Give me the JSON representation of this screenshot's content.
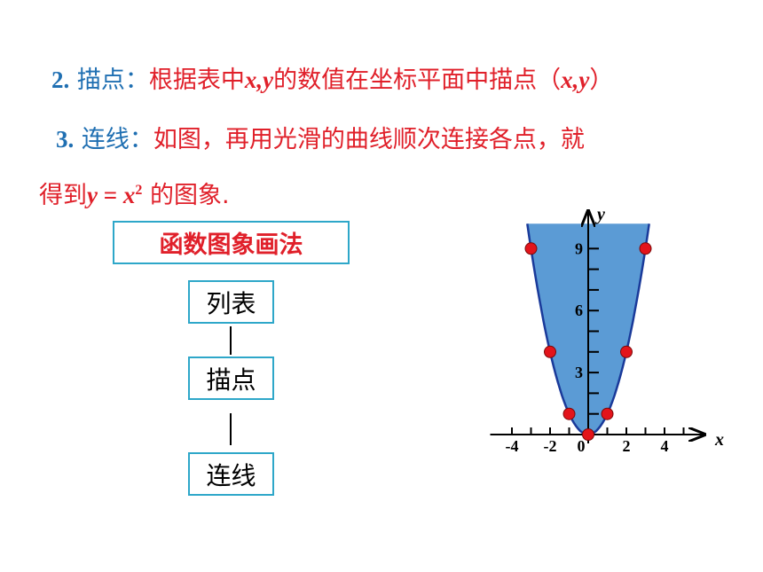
{
  "line1": {
    "num": "2.",
    "head": "描点：",
    "t1": "根据表中",
    "m1": "x,y",
    "t2": "的数值在坐标平面中描点（",
    "m2": "x,y",
    "t3": "）"
  },
  "line2": {
    "num": "3.",
    "head": "连线：",
    "t1": "如图，再用光滑的曲线顺次连接各点，就"
  },
  "line3": {
    "t1": "得到",
    "m1": "y",
    "eq": " = ",
    "m2": "x",
    "sup": "2",
    "t2": " 的图象."
  },
  "flow": {
    "title": "函数图象画法",
    "steps": [
      "列表",
      "描点",
      "连线"
    ]
  },
  "chart_data": {
    "type": "scatter",
    "function": "y = x^2",
    "points": [
      {
        "x": -3,
        "y": 9
      },
      {
        "x": -2,
        "y": 4
      },
      {
        "x": -1,
        "y": 1
      },
      {
        "x": 0,
        "y": 0
      },
      {
        "x": 1,
        "y": 1
      },
      {
        "x": 2,
        "y": 4
      },
      {
        "x": 3,
        "y": 9
      }
    ],
    "xlabel": "x",
    "ylabel": "y",
    "xticks_labeled": [
      {
        "v": -4,
        "t": "-4"
      },
      {
        "v": -2,
        "t": "-2"
      },
      {
        "v": 0,
        "t": "0"
      },
      {
        "v": 2,
        "t": "2"
      },
      {
        "v": 4,
        "t": "4"
      }
    ],
    "yticks_labeled": [
      {
        "v": 3,
        "t": "3"
      },
      {
        "v": 6,
        "t": "6"
      },
      {
        "v": 9,
        "t": "9"
      }
    ],
    "xlim": [
      -5,
      6
    ],
    "ylim": [
      0,
      10.2
    ],
    "curve_color": "#1a3a9a",
    "fill_color": "#5b9bd5",
    "point_color": "#e3141b"
  }
}
